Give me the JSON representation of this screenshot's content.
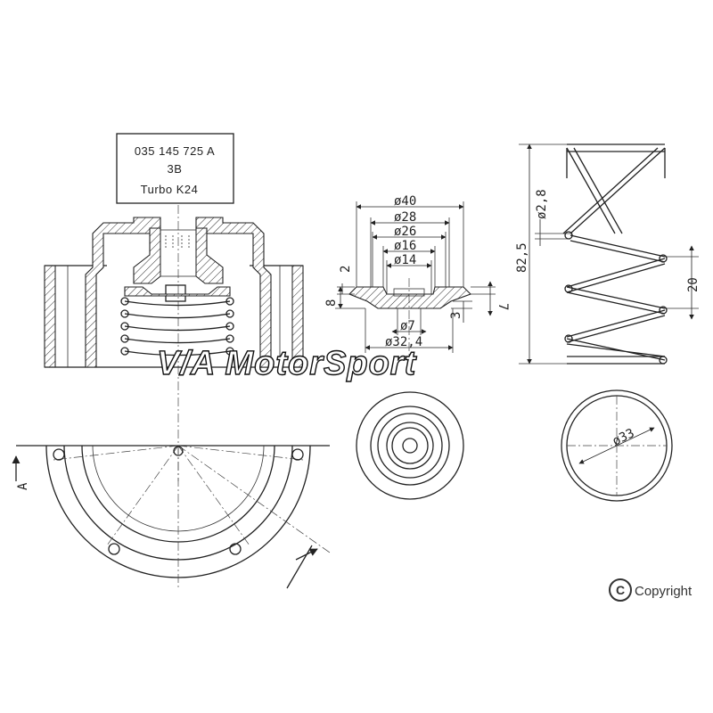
{
  "label_box": {
    "part_number": "035 145 725 A",
    "code": "3B",
    "model": "Turbo K24"
  },
  "dimensions": {
    "d40": "ø40",
    "d28": "ø28",
    "d26": "ø26",
    "d16": "ø16",
    "d14": "ø14",
    "d7": "ø7",
    "d32_4": "ø32,4",
    "h2": "2",
    "h8": "8",
    "h3": "3",
    "h7": "7",
    "wire": "ø2,8",
    "spring_len": "82,5",
    "pitch": "20",
    "d33": "ø33",
    "section": "A"
  },
  "watermark": "V/A MotorSport",
  "copyright": "Copyright"
}
